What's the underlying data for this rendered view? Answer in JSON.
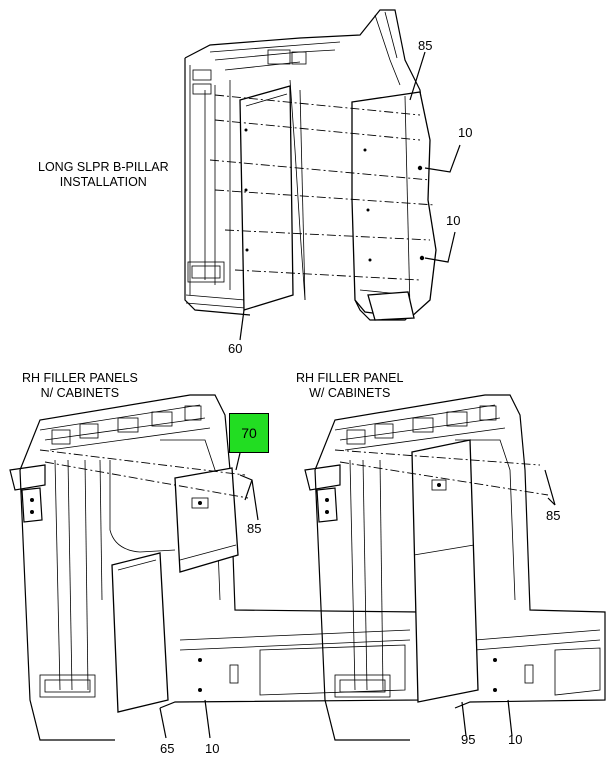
{
  "titles": {
    "top": "LONG SLPR B-PILLAR\nINSTALLATION",
    "left": "RH FILLER PANELS\nN/ CABINETS",
    "right": "RH FILLER PANEL\nW/ CABINETS"
  },
  "callouts": {
    "top_85": "85",
    "top_10_upper": "10",
    "top_10_lower": "10",
    "top_60": "60",
    "left_70": "70",
    "left_85": "85",
    "left_65": "65",
    "left_10": "10",
    "right_85": "85",
    "right_95": "95",
    "right_10": "10"
  },
  "colors": {
    "highlight": "#22dd22",
    "line": "#000000",
    "background": "#ffffff"
  }
}
